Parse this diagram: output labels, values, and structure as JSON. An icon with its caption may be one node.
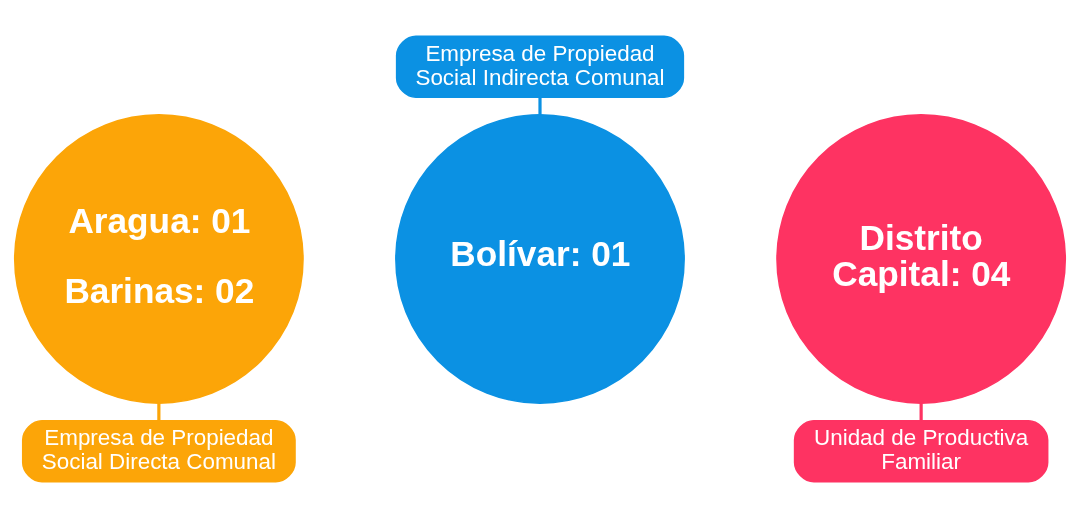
{
  "diagram": {
    "nodes": [
      {
        "text": [
          "Aragua: 01",
          "Barinas: 02"
        ]
      },
      {
        "text": [
          "Empresa de Propiedad Social Directa Comunal"
        ]
      },
      {
        "text": [
          "Empresa de Propiedad Social Indirecta Comunal"
        ]
      },
      {
        "text": [
          "Bolívar: 01"
        ]
      },
      {
        "text": [
          "Distrito Capital: 04"
        ]
      },
      {
        "text": [
          "Unidad de Productiva Familiar"
        ]
      }
    ],
    "edges": [
      {
        "from": 0,
        "to": 1,
        "arrow": "none",
        "color": "#fca508"
      },
      {
        "from": 2,
        "to": 3,
        "arrow": "none",
        "color": "#0b91e3"
      },
      {
        "from": 4,
        "to": 5,
        "arrow": "none",
        "color": "#fe3362"
      }
    ]
  }
}
